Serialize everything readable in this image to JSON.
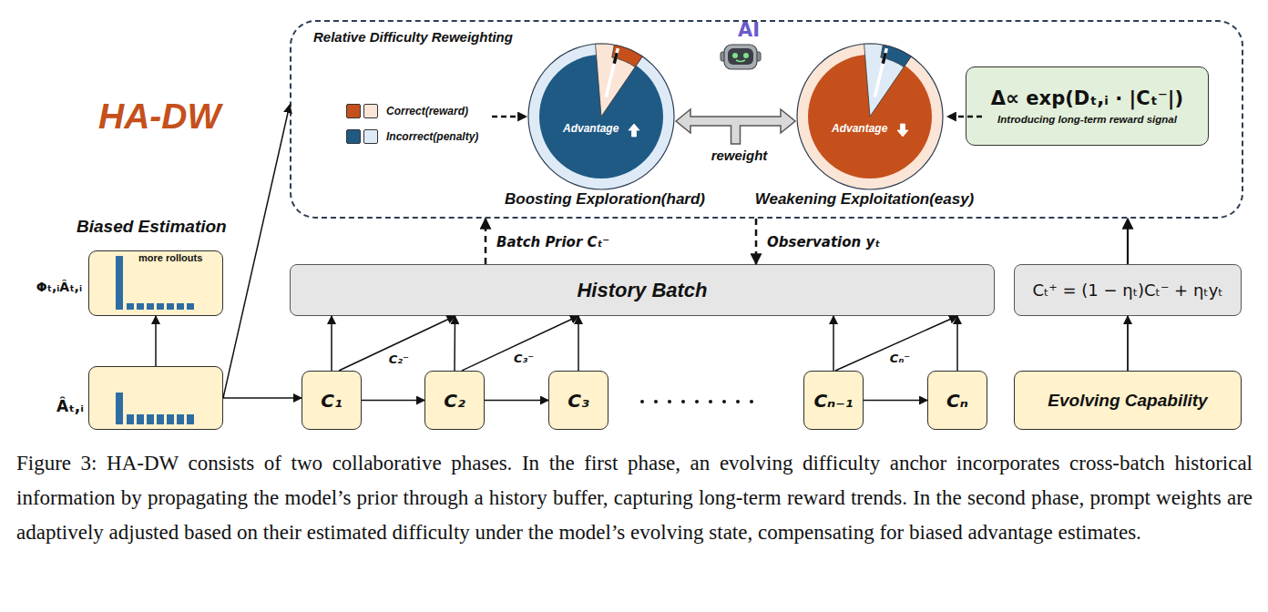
{
  "diagram": {
    "title": "HA-DW",
    "caption": "Figure 3: HA-DW consists of two collaborative phases. In the first phase, an evolving difficulty anchor incorporates cross-batch historical information by propagating the model’s prior through a history buffer, capturing long-term reward trends. In the second phase, prompt weights are adaptively adjusted based on their estimated difficulty under the model’s evolving state, compensating for biased advantage estimates.",
    "nodes": [
      {
        "text": [
          "Relative Difficulty Reweighting"
        ]
      },
      {
        "text": [
          "Advantage"
        ],
        "in": 0
      },
      {
        "text": [
          "Advantage"
        ],
        "in": 0
      },
      {
        "text": [
          "Δ∝ exp(Dₜ,ᵢ · |Cₜ⁻|)",
          "Introducing long-term reward signal"
        ],
        "in": 0
      },
      {
        "text": [
          "Biased Estimation",
          "more rollouts",
          "Φₜ,ᵢÂₜ,ᵢ"
        ]
      },
      {
        "text": [
          "Âₜ,ᵢ"
        ]
      },
      {
        "text": [
          "History Batch"
        ]
      },
      {
        "text": [
          "C₁"
        ]
      },
      {
        "text": [
          "C₂"
        ]
      },
      {
        "text": [
          "C₃"
        ]
      },
      {
        "text": [
          "Cₙ₋₁"
        ]
      },
      {
        "text": [
          "Cₙ"
        ]
      },
      {
        "text": [
          "Cₜ⁺ = (1 − ηₜ)Cₜ⁻ + ηₜyₜ"
        ]
      },
      {
        "text": [
          "Evolving Capability"
        ]
      }
    ],
    "edges": [
      {
        "from": 1,
        "to": 2,
        "arrow": "both",
        "label": "reweight"
      },
      {
        "from": 6,
        "to": 0,
        "arrow": "to",
        "label": "Batch Prior Cₜ⁻"
      },
      {
        "from": 0,
        "to": 6,
        "arrow": "to",
        "label": "Observation yₜ"
      },
      {
        "from": 12,
        "to": 0,
        "arrow": "to"
      },
      {
        "from": 13,
        "to": 12,
        "arrow": "to"
      },
      {
        "from": 5,
        "to": 4,
        "arrow": "to"
      },
      {
        "from": 5,
        "to": 0,
        "arrow": "to"
      },
      {
        "from": 5,
        "to": 7,
        "arrow": "to"
      },
      {
        "from": 7,
        "to": 8,
        "arrow": "to"
      },
      {
        "from": 8,
        "to": 9,
        "arrow": "to"
      },
      {
        "from": 10,
        "to": 11,
        "arrow": "to"
      },
      {
        "from": 7,
        "to": 6,
        "arrow": "to"
      },
      {
        "from": 8,
        "to": 6,
        "arrow": "to"
      },
      {
        "from": 9,
        "to": 6,
        "arrow": "to"
      },
      {
        "from": 10,
        "to": 6,
        "arrow": "to"
      },
      {
        "from": 11,
        "to": 6,
        "arrow": "to"
      },
      {
        "from": 7,
        "to": 6,
        "arrow": "to",
        "label": "C₂⁻"
      },
      {
        "from": 8,
        "to": 6,
        "arrow": "to",
        "label": "C₃⁻"
      },
      {
        "from": 10,
        "to": 6,
        "arrow": "to",
        "label": "Cₙ⁻"
      }
    ],
    "labels": [
      "AI",
      "Boosting Exploration(hard)",
      "Weakening Exploitation(easy)"
    ],
    "legend": [
      {
        "text": "Correct(reward)",
        "color": "#c5501c"
      },
      {
        "text": "Incorrect(penalty)",
        "color": "#1f5a85"
      }
    ]
  }
}
